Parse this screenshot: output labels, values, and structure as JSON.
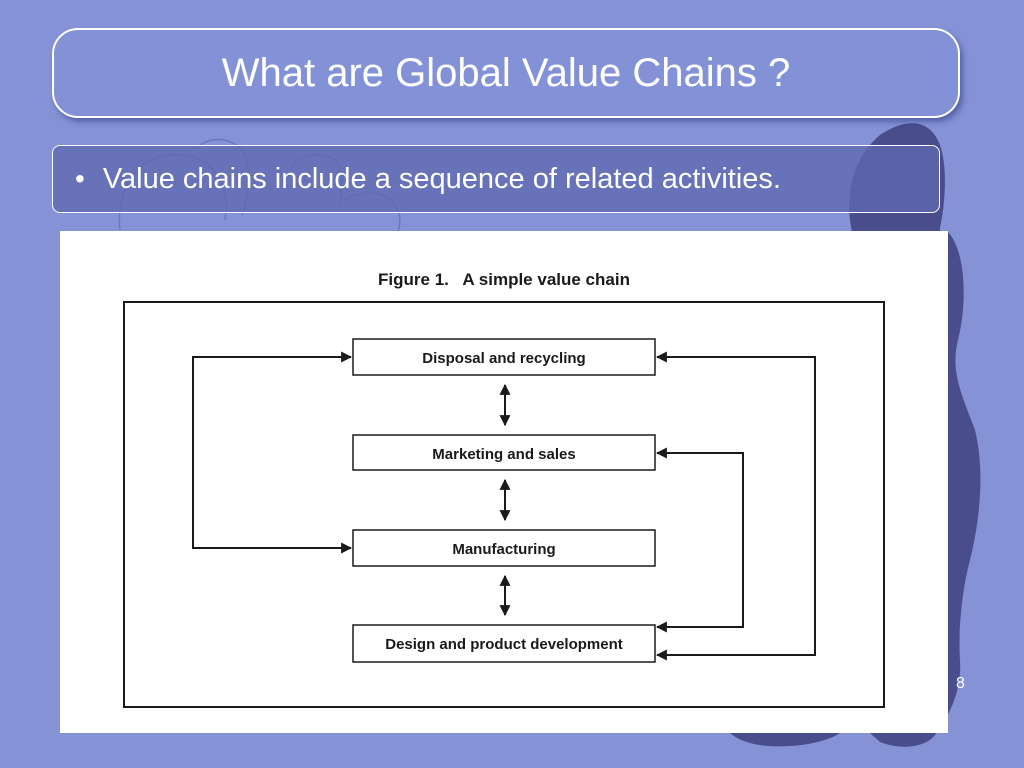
{
  "slide": {
    "title": "What are Global Value Chains ?",
    "bullet": "Value chains include a sequence of related activities.",
    "slide_number": "8"
  },
  "figure": {
    "caption": "Figure 1.   A simple value chain",
    "stages": [
      "Disposal and recycling",
      "Marketing and sales",
      "Manufacturing",
      "Design and product development"
    ]
  },
  "colors": {
    "background": "#8593d6",
    "silhouette": "#4a4d8c",
    "diagram_line": "#1a1a1a"
  }
}
